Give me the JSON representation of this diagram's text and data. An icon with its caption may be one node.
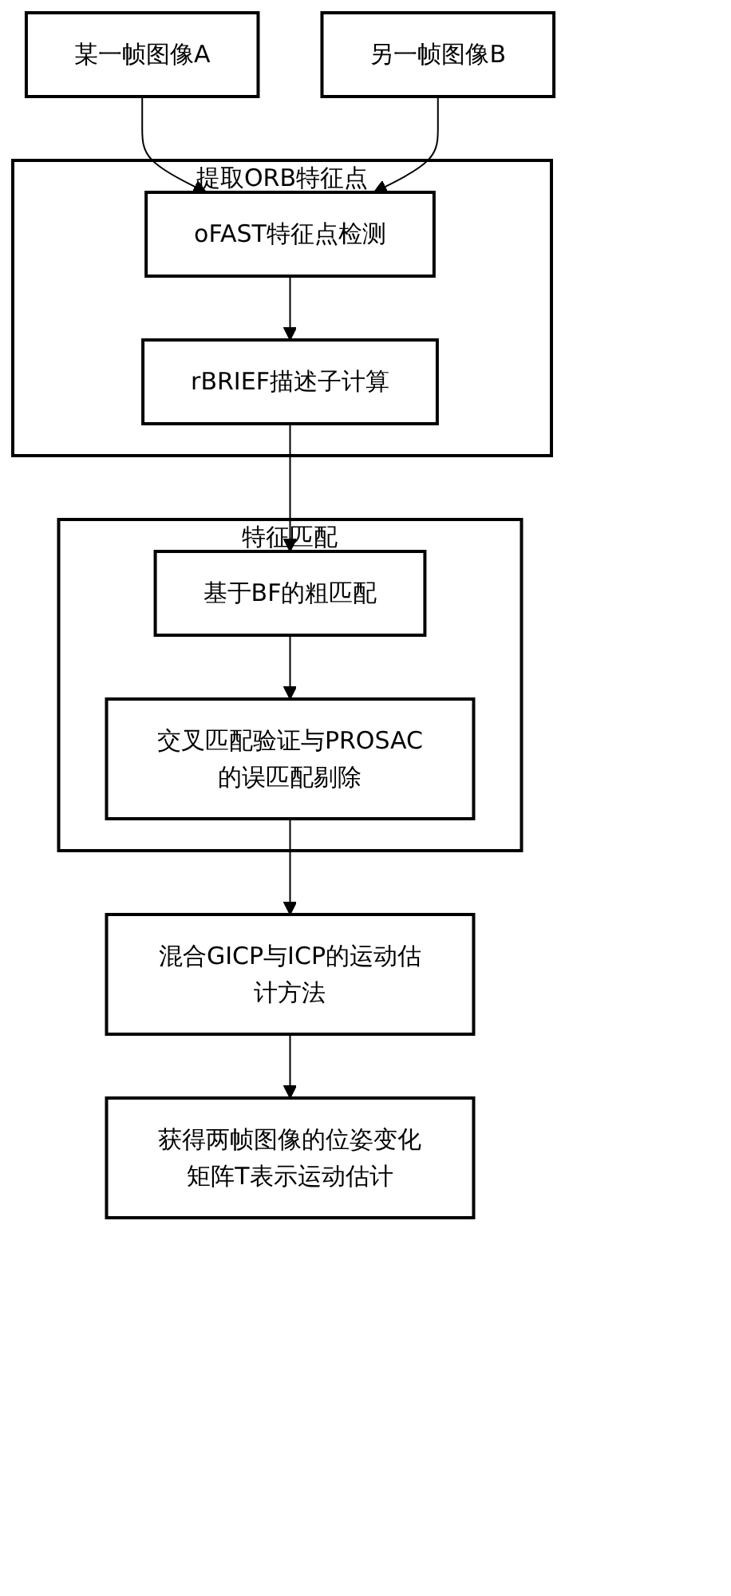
{
  "diagram": {
    "nodes": [
      {
        "text": [
          "某一帧图像A"
        ]
      },
      {
        "text": [
          "另一帧图像B"
        ]
      },
      {
        "text": [
          "提取ORB特征点"
        ]
      },
      {
        "text": [
          "oFAST特征点检测"
        ],
        "in": 2
      },
      {
        "text": [
          "rBRIEF描述子计算"
        ],
        "in": 2
      },
      {
        "text": [
          "特征匹配"
        ]
      },
      {
        "text": [
          "基于BF的粗匹配"
        ],
        "in": 5
      },
      {
        "text": [
          "交叉匹配验证与PROSAC的误匹配剔除"
        ],
        "in": 5
      },
      {
        "text": [
          "混合GICP与ICP的运动估计方法"
        ]
      },
      {
        "text": [
          "获得两帧图像的位姿变化矩阵T表示运动估计"
        ]
      }
    ],
    "edges": [
      {
        "from": 0,
        "to": 3,
        "arrow": "to"
      },
      {
        "from": 1,
        "to": 3,
        "arrow": "to"
      },
      {
        "from": 3,
        "to": 4,
        "arrow": "to"
      },
      {
        "from": 4,
        "to": 6,
        "arrow": "to"
      },
      {
        "from": 6,
        "to": 7,
        "arrow": "to"
      },
      {
        "from": 7,
        "to": 8,
        "arrow": "to"
      },
      {
        "from": 8,
        "to": 9,
        "arrow": "to"
      }
    ]
  }
}
